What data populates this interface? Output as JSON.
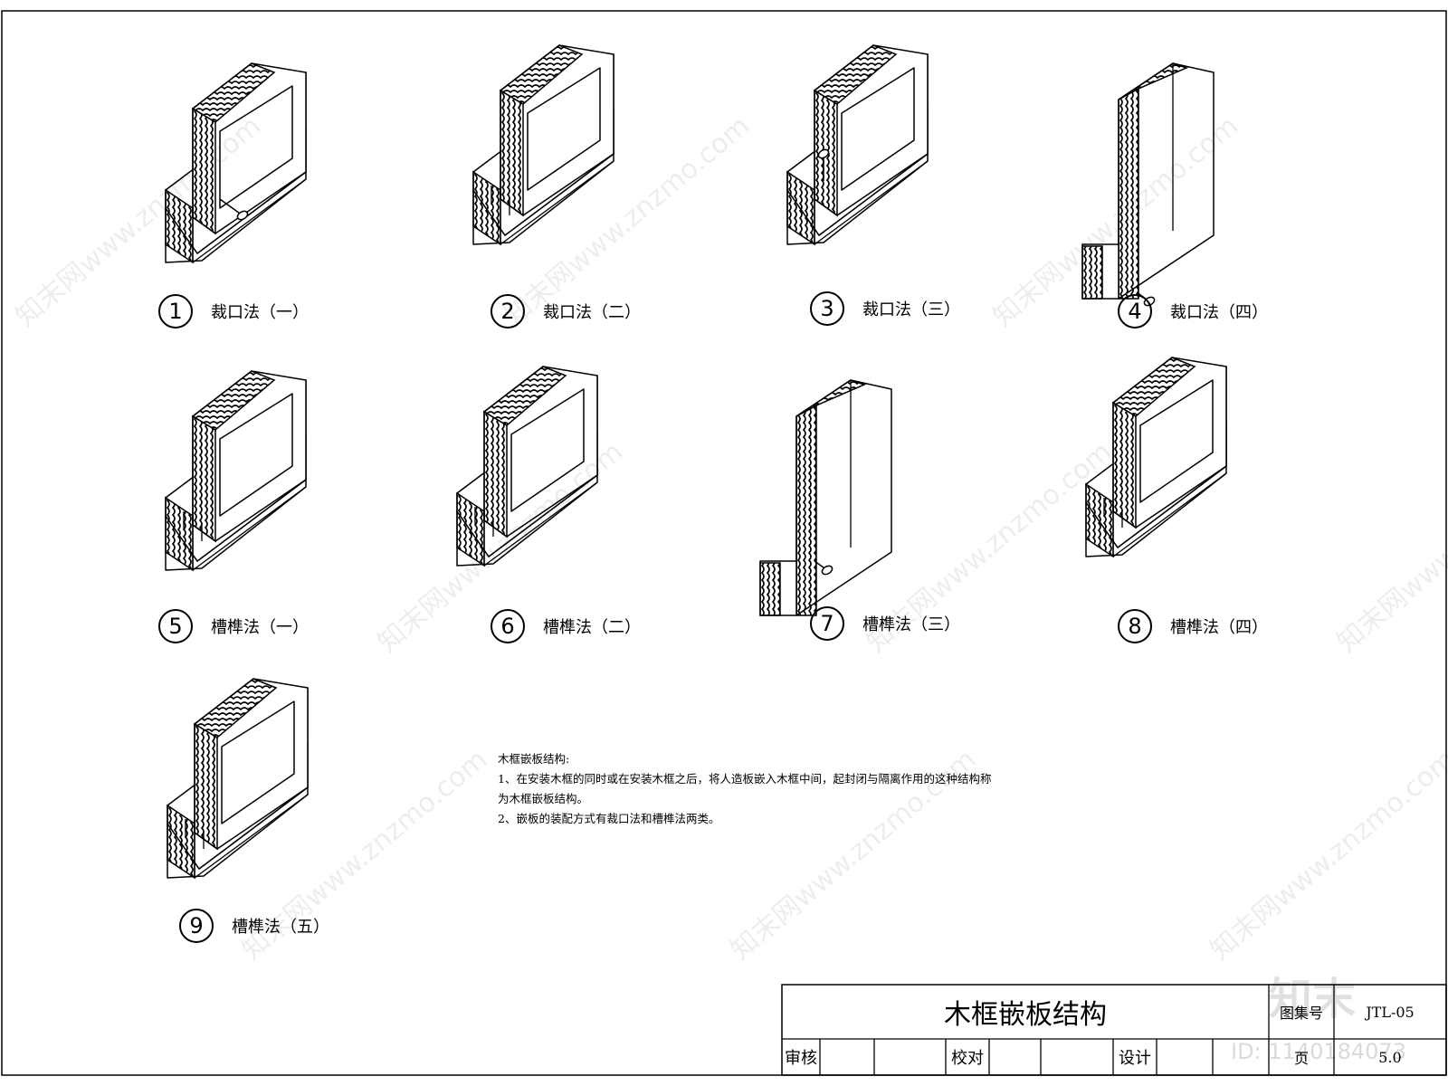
{
  "details": [
    {
      "num": "1",
      "caption": "裁口法（一）"
    },
    {
      "num": "2",
      "caption": "裁口法（二）"
    },
    {
      "num": "3",
      "caption": "裁口法（三）"
    },
    {
      "num": "4",
      "caption": "裁口法（四）"
    },
    {
      "num": "5",
      "caption": "槽榫法（一）"
    },
    {
      "num": "6",
      "caption": "槽榫法（二）"
    },
    {
      "num": "7",
      "caption": "槽榫法（三）"
    },
    {
      "num": "8",
      "caption": "槽榫法（四）"
    },
    {
      "num": "9",
      "caption": "槽榫法（五）"
    }
  ],
  "notes": {
    "heading": "木框嵌板结构:",
    "line1": "1、在安装木框的同时或在安装木框之后，将人造板嵌入木框中间，起封闭与隔离作用的这种结构称",
    "line2": "为木框嵌板结构。",
    "line3": "2、嵌板的装配方式有裁口法和槽榫法两类。"
  },
  "title_block": {
    "title": "木框嵌板结构",
    "drawing_no_label": "图集号",
    "drawing_no": "JTL-05",
    "review_label": "审核",
    "check_label": "校对",
    "design_label": "设计",
    "page_label": "页",
    "page_value": "5.0"
  },
  "watermark": {
    "site_text": "知末网www.znzmo.com",
    "logo_text": "知末",
    "id_text": "ID: 1140184073"
  }
}
